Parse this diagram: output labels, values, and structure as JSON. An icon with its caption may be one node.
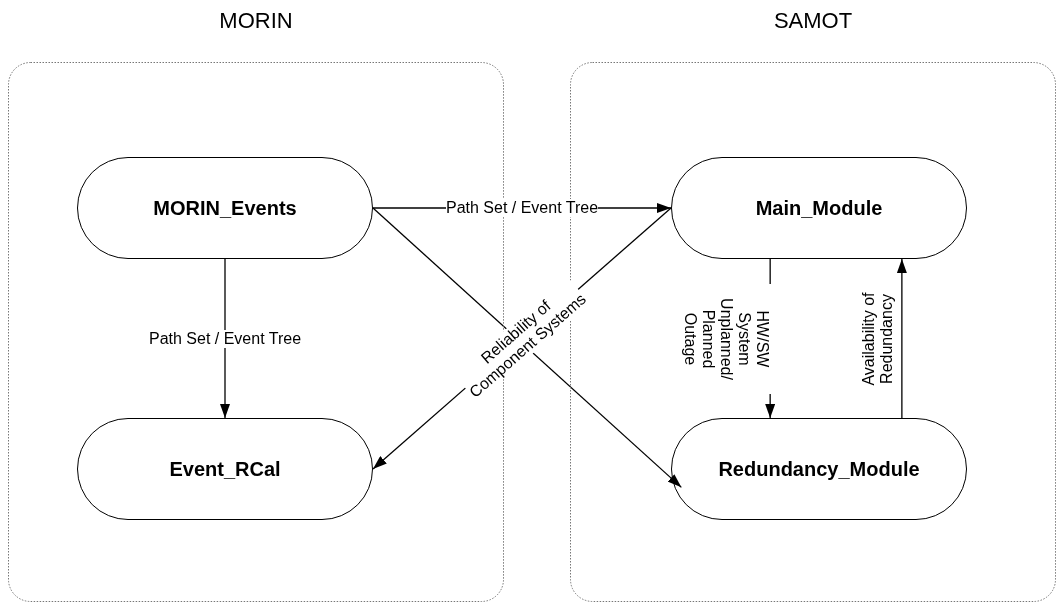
{
  "diagram": {
    "nodes": [
      {
        "text": [
          "MORIN"
        ]
      },
      {
        "text": [
          "MORIN_Events"
        ],
        "in": 0
      },
      {
        "text": [
          "Event_RCal"
        ],
        "in": 0
      },
      {
        "text": [
          "SAMOT"
        ]
      },
      {
        "text": [
          "Main_Module"
        ],
        "in": 3
      },
      {
        "text": [
          "Redundancy_Module"
        ],
        "in": 3
      }
    ],
    "edges": [
      {
        "from": 1,
        "to": 4,
        "arrow": "to",
        "label": "Path Set / Event Tree"
      },
      {
        "from": 1,
        "to": 2,
        "arrow": "to",
        "label": "Path Set / Event Tree"
      },
      {
        "from": 1,
        "to": 5,
        "arrow": "to"
      },
      {
        "from": 4,
        "to": 2,
        "arrow": "to",
        "label": "Reliability of Component Systems"
      },
      {
        "from": 4,
        "to": 5,
        "arrow": "to",
        "label": "HW/SW System Unplanned/ Planned Outage"
      },
      {
        "from": 5,
        "to": 4,
        "arrow": "to",
        "label": "Availability of Redundancy"
      }
    ]
  }
}
